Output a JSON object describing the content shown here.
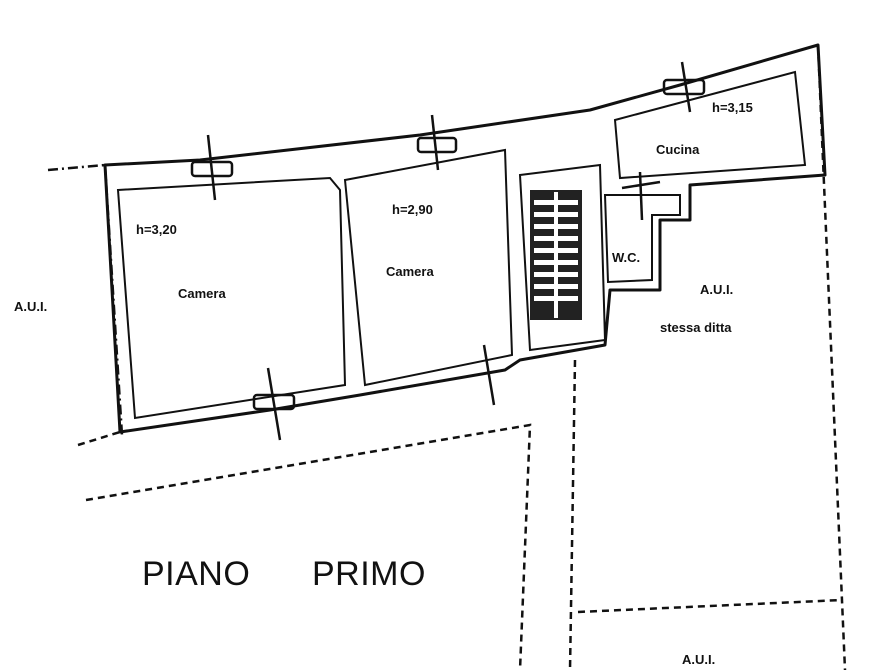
{
  "plan": {
    "title_word1": "PIANO",
    "title_word2": "PRIMO",
    "rooms": {
      "left_room_name": "Camera",
      "left_room_height": "h=3,20",
      "middle_room_name": "Camera",
      "middle_room_height": "h=2,90",
      "right_room_name": "Cucina",
      "right_room_height": "h=3,15",
      "wc_label": "W.C."
    },
    "neighbors": {
      "left": "A.U.I.",
      "right_line1": "A.U.I.",
      "right_line2": "stessa ditta",
      "bottom_right": "A.U.I."
    }
  }
}
